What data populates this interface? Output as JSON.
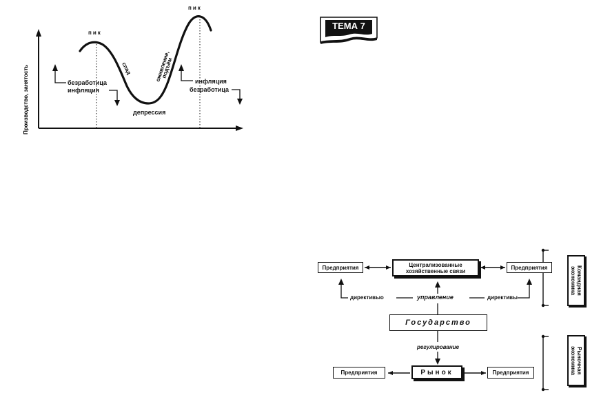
{
  "cycle_chart": {
    "axis_label": "Производство, занятость",
    "peak_left": "пик",
    "peak_right": "пик",
    "phase_decline": "спад",
    "phase_recovery_line1": "оживление,",
    "phase_recovery_line2": "подъём",
    "phase_depression": "депрессия",
    "left_indicator_line1": "безработица",
    "left_indicator_line2": "инфляция",
    "right_indicator_line1": "инфляция",
    "right_indicator_line2": "безработица"
  },
  "tema": {
    "label": "ТЕМА 7"
  },
  "economy_diagram": {
    "enterprise_left_top": "Предприятия",
    "centralized_line1": "Централизованные",
    "centralized_line2": "хозяйственные связи",
    "enterprise_right_top": "Предприятия",
    "directives_left": "директивыо",
    "management": "управление",
    "directives_right": "директивы",
    "state": "Государство",
    "regulation": "регулирование",
    "enterprise_left_bottom": "Предприятия",
    "market": "Рынок",
    "enterprise_right_bottom": "Предприятия",
    "command_economy": "Командная\nэкономика",
    "market_economy": "Рыночная\nэкономика"
  }
}
